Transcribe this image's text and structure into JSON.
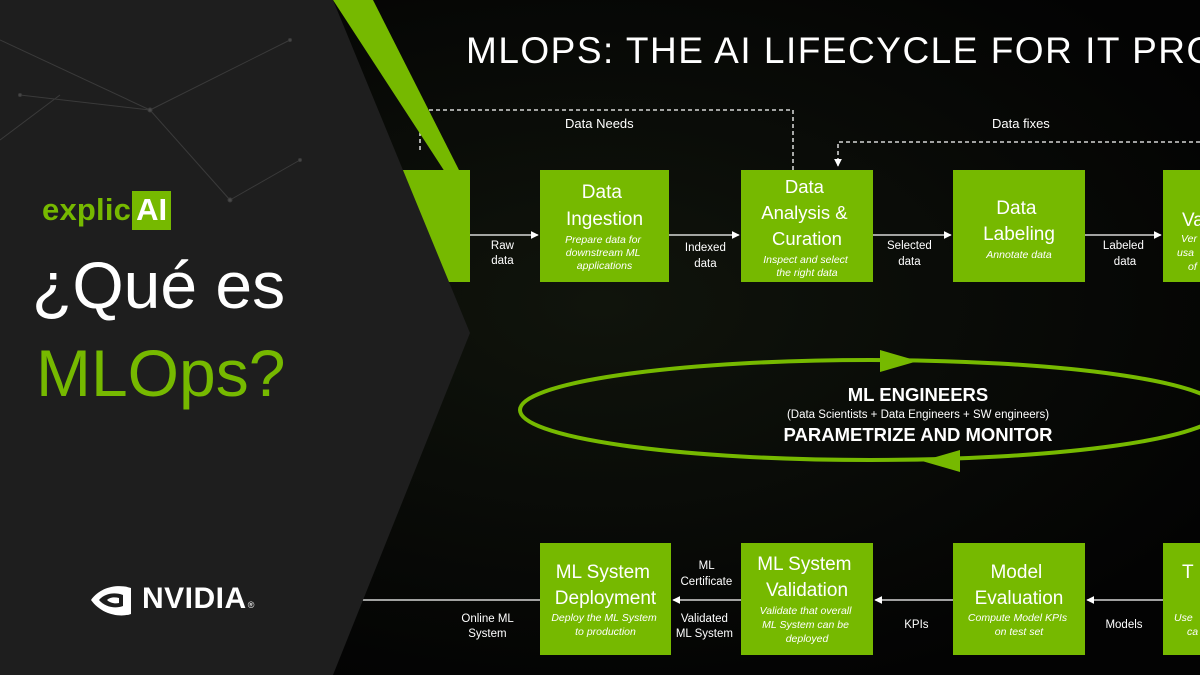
{
  "brand": {
    "prefix": "explic",
    "highlight": "AI"
  },
  "headline": {
    "line1": "¿Qué es",
    "line2": "MLOps?"
  },
  "partner": {
    "name": "NVIDIA",
    "reg": "®"
  },
  "diagram": {
    "title": "MLOPS: THE AI LIFECYCLE FOR IT PRO",
    "feedback": {
      "data_needs": "Data Needs",
      "data_fixes": "Data fixes"
    },
    "top_boxes": [
      {
        "title": [
          "Data",
          "Ingestion"
        ],
        "desc": [
          "Prepare data for",
          "downstream ML",
          "applications"
        ]
      },
      {
        "title": [
          "Data",
          "Analysis &",
          "Curation"
        ],
        "desc": [
          "Inspect and select",
          "the right data"
        ]
      },
      {
        "title": [
          "Data",
          "Labeling"
        ],
        "desc": [
          "Annotate data"
        ]
      },
      {
        "title": [
          "Va"
        ],
        "desc": [
          "Ver",
          "usa",
          "of"
        ]
      }
    ],
    "top_arrows": [
      [
        "Raw",
        "data"
      ],
      [
        "Indexed",
        "data"
      ],
      [
        "Selected",
        "data"
      ],
      [
        "Labeled",
        "data"
      ]
    ],
    "center": {
      "title": "ML ENGINEERS",
      "subtitle": "(Data Scientists + Data Engineers + SW engineers)",
      "action": "PARAMETRIZE AND MONITOR"
    },
    "bottom_boxes": [
      {
        "title": [
          "ML System",
          "Deployment"
        ],
        "desc": [
          "Deploy the ML System",
          "to production"
        ]
      },
      {
        "title": [
          "ML System",
          "Validation"
        ],
        "desc": [
          "Validate that overall",
          "ML System can be",
          "deployed"
        ]
      },
      {
        "title": [
          "Model",
          "Evaluation"
        ],
        "desc": [
          "Compute Model KPIs",
          "on test set"
        ]
      },
      {
        "title": [
          "T"
        ],
        "desc": [
          "Use",
          "ca"
        ]
      }
    ],
    "bottom_arrows": {
      "online": [
        "Online ML",
        "System"
      ],
      "certificate": [
        "ML",
        "Certificate"
      ],
      "validated": [
        "Validated",
        "ML System"
      ],
      "kpis": [
        "KPIs"
      ],
      "models": [
        "Models"
      ]
    }
  },
  "colors": {
    "accent": "#76b900",
    "panel": "#1e1e1e",
    "background": "#050505",
    "text": "#ffffff"
  }
}
